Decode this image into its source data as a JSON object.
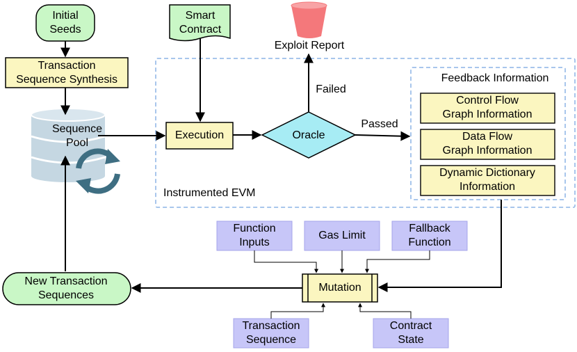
{
  "nodes": {
    "initial_seeds": [
      "Initial",
      "Seeds"
    ],
    "smart_contract": [
      "Smart",
      "Contract"
    ],
    "exploit_report": "Exploit Report",
    "tx_synthesis": [
      "Transaction",
      "Sequence Synthesis"
    ],
    "sequence_pool": [
      "Sequence",
      "Pool"
    ],
    "execution": "Execution",
    "oracle": "Oracle",
    "feedback_title": "Feedback Information",
    "control_flow": [
      "Control Flow",
      "Graph Information"
    ],
    "data_flow": [
      "Data Flow",
      "Graph Information"
    ],
    "dynamic_dict": [
      "Dynamic Dictionary",
      "Information"
    ],
    "instrumented_evm": "Instrumented EVM",
    "function_inputs": [
      "Function",
      "Inputs"
    ],
    "gas_limit": "Gas Limit",
    "fallback_function": [
      "Fallback",
      "Function"
    ],
    "new_tx_sequences": [
      "New Transaction",
      "Sequences"
    ],
    "mutation": "Mutation",
    "transaction_sequence": [
      "Transaction",
      "Sequence"
    ],
    "contract_state": [
      "Contract",
      "State"
    ]
  },
  "edges": {
    "failed": "Failed",
    "passed": "Passed"
  },
  "icons": {
    "database": "database-icon",
    "refresh": "refresh-cycle-icon",
    "bucket": "red-bucket-icon"
  },
  "colors": {
    "yellow_box": "#fbf6c0",
    "green_box": "#c9f7c6",
    "purple_box": "#c7c6f8",
    "oracle_diamond": "#a7ecf4",
    "bucket_red": "#f4787b",
    "database_gray": "#c5d7e2",
    "cycle_teal": "#3e6e82",
    "dashed_border": "#8cb4e6"
  }
}
